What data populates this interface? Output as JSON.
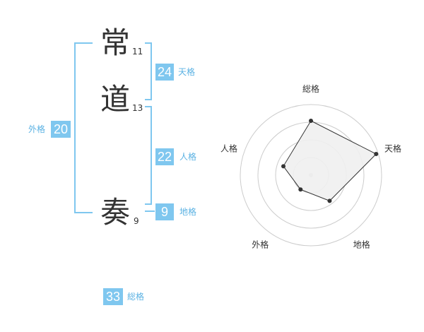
{
  "name": {
    "chars": [
      {
        "char": "常",
        "strokes": "11"
      },
      {
        "char": "道",
        "strokes": "13"
      },
      {
        "char": "奏",
        "strokes": "9"
      }
    ]
  },
  "scores": {
    "tenkaku": {
      "label": "天格",
      "value": "24"
    },
    "jinkaku": {
      "label": "人格",
      "value": "22"
    },
    "chikaku": {
      "label": "地格",
      "value": "9"
    },
    "gaikaku": {
      "label": "外格",
      "value": "20"
    },
    "soukaku": {
      "label": "総格",
      "value": "33"
    }
  },
  "chart_data": {
    "type": "radar",
    "axes": [
      "総格",
      "天格",
      "地格",
      "外格",
      "人格"
    ],
    "values": [
      0.77,
      0.97,
      0.45,
      0.25,
      0.41
    ],
    "range": [
      0,
      1
    ],
    "rings": 4,
    "colors": {
      "fill": "#f0f0f0",
      "stroke": "#333333",
      "grid": "#cccccc",
      "center": "#cccccc"
    }
  },
  "colors": {
    "accent": "#7fc7ef",
    "accent_text": "#5bb2e3"
  }
}
